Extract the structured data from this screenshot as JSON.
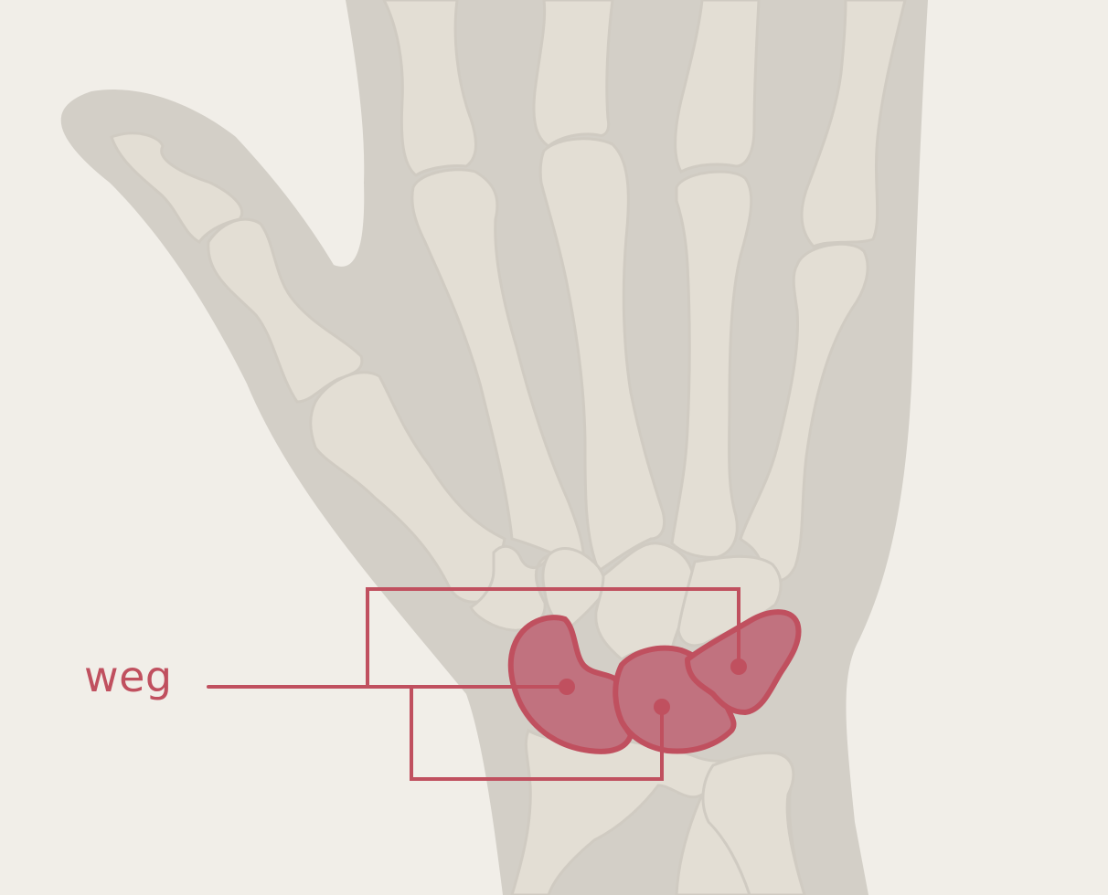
{
  "illustration": {
    "subject": "hand-wrist-skeleton",
    "colors": {
      "background": "#f1eee8",
      "hand_silhouette": "#d3cfc7",
      "bone_fill": "#e3ded4",
      "bone_outline": "#d0cbc2",
      "highlight_fill": "#c1727f",
      "highlight_stroke": "#c0505f"
    }
  },
  "callout": {
    "label": "weg",
    "highlighted_bones": [
      "scaphoid",
      "lunate",
      "triquetrum"
    ]
  }
}
